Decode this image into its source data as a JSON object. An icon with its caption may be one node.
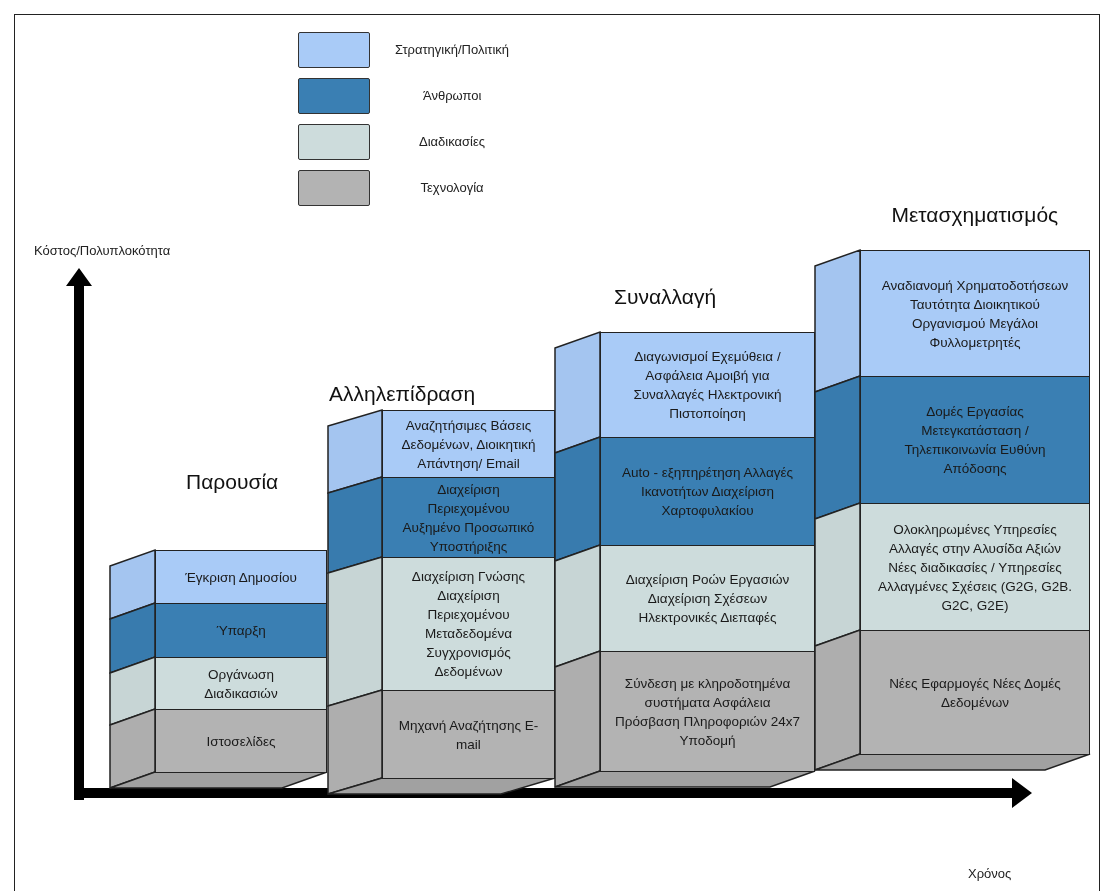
{
  "diagram": {
    "nodes": [
      {
        "text": [
          "Παρουσία"
        ]
      },
      {
        "text": [
          "Έγκριση Δημοσίου"
        ],
        "in": 0
      },
      {
        "text": [
          "Ύπαρξη"
        ],
        "in": 0
      },
      {
        "text": [
          "Οργάνωση Διαδικασιών"
        ],
        "in": 0
      },
      {
        "text": [
          "Ιστοσελίδες"
        ],
        "in": 0
      },
      {
        "text": [
          "Αλληλεπίδραση"
        ]
      },
      {
        "text": [
          "Αναζητήσιμες Βάσεις Δεδομένων, Διοικητική Απάντηση/ Email"
        ],
        "in": 5
      },
      {
        "text": [
          "Διαχείριση Περιεχομένου Αυξημένο Προσωπικό Υποστήριξης"
        ],
        "in": 5
      },
      {
        "text": [
          "Διαχείριση Γνώσης Διαχείριση Περιεχομένου Μεταδεδομένα Συγχρονισμός Δεδομένων"
        ],
        "in": 5
      },
      {
        "text": [
          "Μηχανή Αναζήτησης E-mail"
        ],
        "in": 5
      },
      {
        "text": [
          "Συναλλαγή"
        ]
      },
      {
        "text": [
          "Διαγωνισμοί Εχεμύθεια / Ασφάλεια Αμοιβή για Συναλλαγές Ηλεκτρονική Πιστοποίηση"
        ],
        "in": 10
      },
      {
        "text": [
          "Auto - εξηπηρέτηση Αλλαγές Ικανοτήτων Διαχείριση Χαρτοφυλακίου"
        ],
        "in": 10
      },
      {
        "text": [
          "Διαχείριση Ροών Εργασιών Διαχείριση Σχέσεων Ηλεκτρονικές Διεπαφές"
        ],
        "in": 10
      },
      {
        "text": [
          "Σύνδεση με κληροδοτημένα συστήματα Ασφάλεια Πρόσβαση Πληροφοριών 24x7 Υποδομή"
        ],
        "in": 10
      },
      {
        "text": [
          "Μετασχηματισμός"
        ]
      },
      {
        "text": [
          "Αναδιανομή Χρηματοδοτήσεων Ταυτότητα Διοικητικού Οργανισμού Μεγάλοι Φυλλομετρητές"
        ],
        "in": 15
      },
      {
        "text": [
          "Δομές Εργασίας Μετεγκατάσταση / Τηλεπικοινωνία Ευθύνη Απόδοσης"
        ],
        "in": 15
      },
      {
        "text": [
          "Ολοκληρωμένες Υπηρεσίες Αλλαγές στην Αλυσίδα Αξιών Νέες διαδικασίες / Υπηρεσίες Αλλαγμένες Σχέσεις (G2G, G2B. G2C, G2E)"
        ],
        "in": 15
      },
      {
        "text": [
          "Νέες Εφαρμογές Νέες Δομές Δεδομένων"
        ],
        "in": 15
      }
    ],
    "edges": [],
    "labels": [
      "Κόστος/Πολυπλοκότητα",
      "Χρόνος"
    ],
    "legend": [
      {
        "text": "Στρατηγική/Πολιτική",
        "color": "#a9cbf7"
      },
      {
        "text": "Άνθρωποι",
        "color": "#3a7fb3"
      },
      {
        "text": "Διαδικασίες",
        "color": "#cddcdc"
      },
      {
        "text": "Τεχνολογία",
        "color": "#b3b3b3"
      }
    ]
  }
}
